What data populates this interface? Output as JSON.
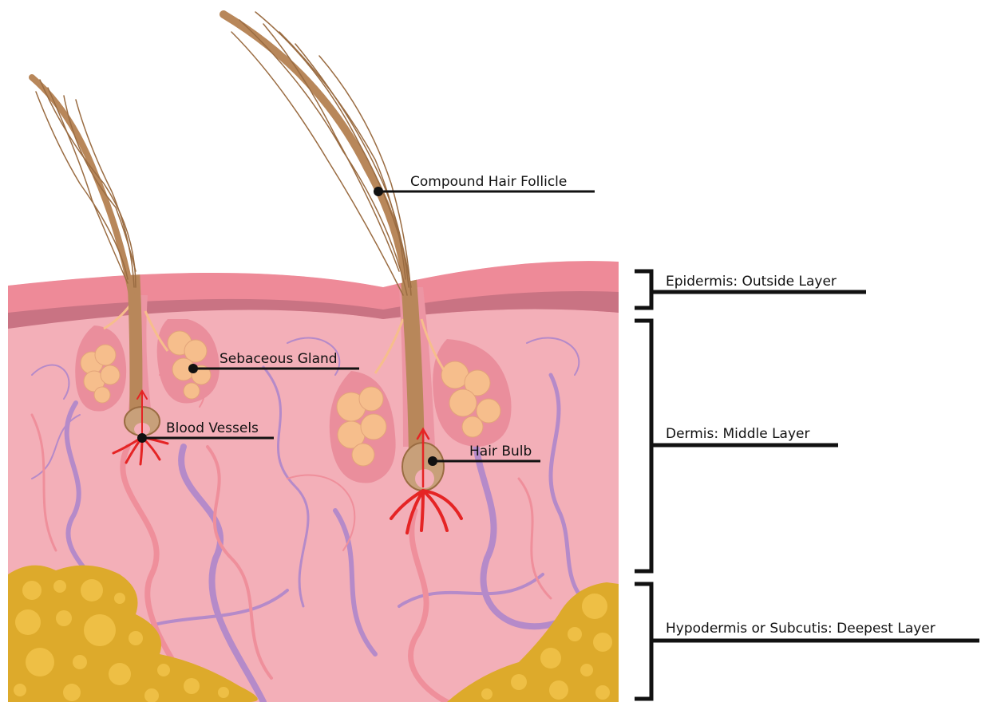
{
  "labels": {
    "compound_hair_follicle": "Compound Hair Follicle",
    "sebaceous_gland": "Sebaceous Gland",
    "blood_vessels": "Blood Vessels",
    "hair_bulb": "Hair Bulb"
  },
  "layers": {
    "epidermis": "Epidermis: Outside Layer",
    "dermis": "Dermis: Middle Layer",
    "hypodermis": "Hypodermis or Subcutis: Deepest Layer"
  },
  "colors": {
    "epidermis_top": "#ee8a98",
    "epidermis_band": "#c97383",
    "dermis": "#f3afb8",
    "fat": "#ddaa2b",
    "fat_globule": "#eebf45",
    "gland": "#f6be8c",
    "gland_capsule": "#ea8e9c",
    "hair": "#b8875a",
    "hair_dark": "#9a6c42",
    "vein": "#b58ac9",
    "artery": "#ef8f9b",
    "blood_arrow": "#e52424",
    "leader": "#111111"
  }
}
